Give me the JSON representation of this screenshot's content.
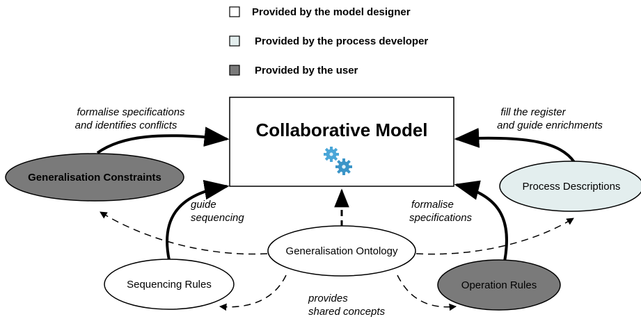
{
  "legend": {
    "designer": {
      "label": "Provided by the model designer",
      "color": "#ffffff"
    },
    "developer": {
      "label": "Provided by the process developer",
      "color": "#e3eeee"
    },
    "user": {
      "label": "Provided by the user",
      "color": "#7a7a7a"
    }
  },
  "central": {
    "title": "Collaborative Model",
    "icon": "gears-icon"
  },
  "nodes": {
    "generalisation_constraints": "Generalisation Constraints",
    "process_descriptions": "Process Descriptions",
    "generalisation_ontology": "Generalisation Ontology",
    "sequencing_rules": "Sequencing Rules",
    "operation_rules": "Operation Rules"
  },
  "edges": {
    "formalise_conflicts": [
      "formalise specifications",
      "and identifies conflicts"
    ],
    "fill_register": [
      "fill the register",
      "and guide enrichments"
    ],
    "guide_sequencing": [
      "guide",
      "sequencing"
    ],
    "formalise_specs": [
      "formalise",
      "specifications"
    ],
    "shared_concepts": [
      "provides",
      "shared concepts"
    ]
  },
  "colors": {
    "designer_fill": "#ffffff",
    "developer_fill": "#e3eeee",
    "user_fill": "#7a7a7a",
    "stroke": "#000000",
    "gear_color": "#4aa6d8"
  }
}
